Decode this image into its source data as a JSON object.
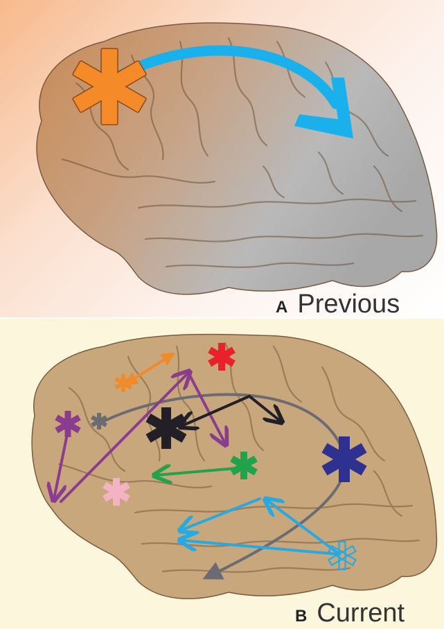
{
  "panels": [
    {
      "letter": "A",
      "title": "Previous"
    },
    {
      "letter": "B",
      "title": "Current"
    }
  ],
  "colors": {
    "brain_a_front": "#c98a55",
    "brain_a_back": "#b9b9b9",
    "brain_b": "#c8a77c",
    "sulcus": "#6e5236",
    "previous_star": "#f58a28",
    "previous_arrow": "#1ab0ec",
    "orange": "#f08a2a",
    "red": "#e8212a",
    "magenta": "#8b3c8e",
    "gray": "#6b6b73",
    "black": "#222026",
    "green": "#22a24a",
    "pink": "#f3b3c4",
    "navy": "#2e318f",
    "light_blue": "#27a9e1"
  },
  "icons": [
    "asterisk-marker",
    "arrow"
  ]
}
